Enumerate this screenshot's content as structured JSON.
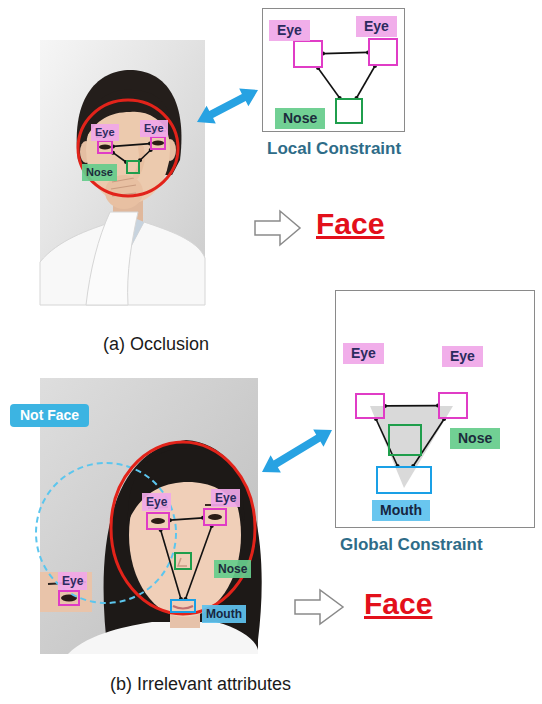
{
  "diagram": {
    "nodes": [
      {
        "text": [
          "Eye"
        ]
      },
      {
        "text": [
          "Eye"
        ]
      },
      {
        "text": [
          "Nose"
        ]
      },
      {
        "text": [
          "Local Constraint"
        ]
      },
      {
        "text": [
          "Eye"
        ],
        "in": 3
      },
      {
        "text": [
          "Eye"
        ],
        "in": 3
      },
      {
        "text": [
          "Nose"
        ],
        "in": 3
      },
      {
        "text": [
          "Global Constraint"
        ]
      },
      {
        "text": [
          "Eye"
        ],
        "in": 7
      },
      {
        "text": [
          "Eye"
        ],
        "in": 7
      },
      {
        "text": [
          "Nose"
        ],
        "in": 7
      },
      {
        "text": [
          "Mouth"
        ],
        "in": 7
      },
      {
        "text": [
          "Not Face"
        ]
      },
      {
        "text": [
          "Eye"
        ]
      },
      {
        "text": [
          "Eye"
        ]
      },
      {
        "text": [
          "Eye"
        ]
      },
      {
        "text": [
          "Nose"
        ]
      },
      {
        "text": [
          "Mouth"
        ]
      }
    ],
    "edges": [
      {
        "from": 0,
        "to": 1,
        "arrow": "none"
      },
      {
        "from": 0,
        "to": 2,
        "arrow": "none"
      },
      {
        "from": 1,
        "to": 2,
        "arrow": "none"
      },
      {
        "from": 4,
        "to": 5,
        "arrow": "none"
      },
      {
        "from": 4,
        "to": 6,
        "arrow": "none"
      },
      {
        "from": 5,
        "to": 6,
        "arrow": "none"
      },
      {
        "from": 8,
        "to": 9,
        "arrow": "none"
      },
      {
        "from": 8,
        "to": 11,
        "arrow": "none"
      },
      {
        "from": 9,
        "to": 11,
        "arrow": "none"
      },
      {
        "from": 14,
        "to": 15,
        "arrow": "none"
      },
      {
        "from": 14,
        "to": 17,
        "arrow": "none"
      },
      {
        "from": 15,
        "to": 17,
        "arrow": "none"
      }
    ],
    "labels": [
      "Face",
      "(a) Occlusion",
      "Face",
      "(b) Irrelevant attributes"
    ]
  }
}
